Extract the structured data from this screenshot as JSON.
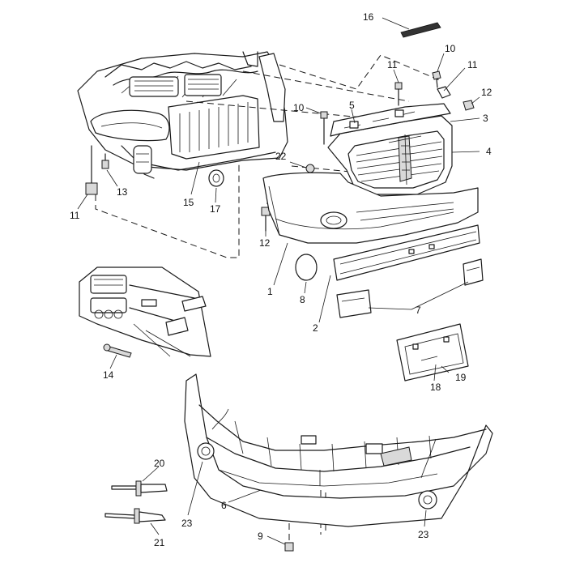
{
  "diagram": {
    "callouts": [
      {
        "id": "c16",
        "label": "16"
      },
      {
        "id": "c10a",
        "label": "10"
      },
      {
        "id": "c11a",
        "label": "11"
      },
      {
        "id": "c11b",
        "label": "11"
      },
      {
        "id": "c12a",
        "label": "12"
      },
      {
        "id": "c10b",
        "label": "10"
      },
      {
        "id": "c5",
        "label": "5"
      },
      {
        "id": "c3",
        "label": "3"
      },
      {
        "id": "c4",
        "label": "4"
      },
      {
        "id": "c22",
        "label": "22"
      },
      {
        "id": "c13",
        "label": "13"
      },
      {
        "id": "c11c",
        "label": "11"
      },
      {
        "id": "c15",
        "label": "15"
      },
      {
        "id": "c17",
        "label": "17"
      },
      {
        "id": "c12b",
        "label": "12"
      },
      {
        "id": "c1",
        "label": "1"
      },
      {
        "id": "c8",
        "label": "8"
      },
      {
        "id": "c2",
        "label": "2"
      },
      {
        "id": "c7",
        "label": "7"
      },
      {
        "id": "c14",
        "label": "14"
      },
      {
        "id": "c18",
        "label": "18"
      },
      {
        "id": "c19",
        "label": "19"
      },
      {
        "id": "c20",
        "label": "20"
      },
      {
        "id": "c21",
        "label": "21"
      },
      {
        "id": "c23a",
        "label": "23"
      },
      {
        "id": "c6",
        "label": "6"
      },
      {
        "id": "c9",
        "label": "9"
      },
      {
        "id": "c23b",
        "label": "23"
      }
    ]
  }
}
